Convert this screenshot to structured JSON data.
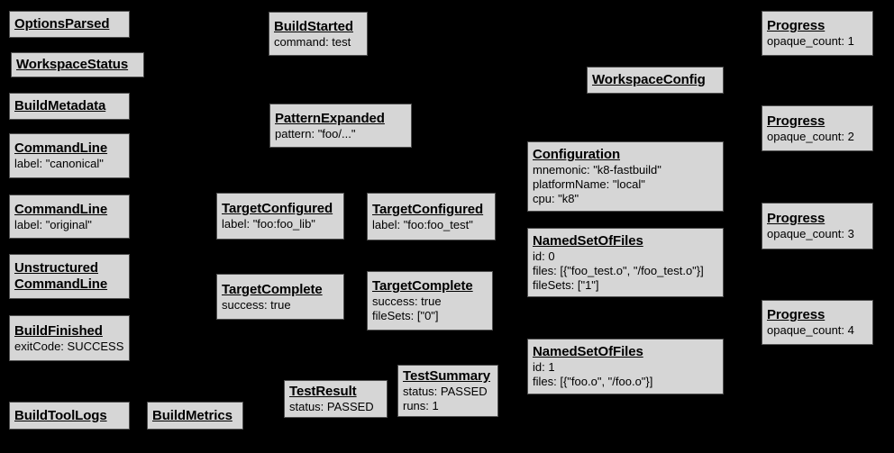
{
  "colors": {
    "background": "#000000",
    "node_fill": "#d6d6d6",
    "node_border": "#4f4f4f",
    "text": "#000000"
  },
  "nodes": {
    "options_parsed": {
      "title": "OptionsParsed",
      "lines": []
    },
    "workspace_status": {
      "title": "WorkspaceStatus",
      "lines": []
    },
    "build_metadata": {
      "title": "BuildMetadata",
      "lines": []
    },
    "command_line_canonical": {
      "title": "CommandLine",
      "lines": [
        "label: \"canonical\""
      ]
    },
    "command_line_original": {
      "title": "CommandLine",
      "lines": [
        "label: \"original\""
      ]
    },
    "unstructured_command_line": {
      "title": "Unstructured\nCommandLine",
      "lines": []
    },
    "build_finished": {
      "title": "BuildFinished",
      "lines": [
        "exitCode: SUCCESS"
      ]
    },
    "build_tool_logs": {
      "title": "BuildToolLogs",
      "lines": []
    },
    "build_metrics": {
      "title": "BuildMetrics",
      "lines": []
    },
    "build_started": {
      "title": "BuildStarted",
      "lines": [
        "command: test"
      ]
    },
    "pattern_expanded": {
      "title": "PatternExpanded",
      "lines": [
        "pattern: \"foo/...\""
      ]
    },
    "target_configured_lib": {
      "title": "TargetConfigured",
      "lines": [
        "label: \"foo:foo_lib\""
      ]
    },
    "target_configured_test": {
      "title": "TargetConfigured",
      "lines": [
        "label: \"foo:foo_test\""
      ]
    },
    "target_complete_lib": {
      "title": "TargetComplete",
      "lines": [
        "success: true"
      ]
    },
    "target_complete_test": {
      "title": "TargetComplete",
      "lines": [
        "success: true",
        "fileSets: [\"0\"]"
      ]
    },
    "test_result": {
      "title": "TestResult",
      "lines": [
        "status: PASSED"
      ]
    },
    "test_summary": {
      "title": "TestSummary",
      "lines": [
        "status: PASSED",
        "runs: 1"
      ]
    },
    "workspace_config": {
      "title": "WorkspaceConfig",
      "lines": []
    },
    "configuration": {
      "title": "Configuration",
      "lines": [
        "mnemonic: \"k8-fastbuild\"",
        "platformName: \"local\"",
        "cpu: \"k8\""
      ]
    },
    "named_set_0": {
      "title": "NamedSetOfFiles",
      "lines": [
        "id: 0",
        "files: [{\"foo_test.o\", \"/foo_test.o\"}]",
        "fileSets: [\"1\"]"
      ]
    },
    "named_set_1": {
      "title": "NamedSetOfFiles",
      "lines": [
        "id: 1",
        "files: [{\"foo.o\", \"/foo.o\"}]"
      ]
    },
    "progress_1": {
      "title": "Progress",
      "lines": [
        "opaque_count: 1"
      ]
    },
    "progress_2": {
      "title": "Progress",
      "lines": [
        "opaque_count: 2"
      ]
    },
    "progress_3": {
      "title": "Progress",
      "lines": [
        "opaque_count: 3"
      ]
    },
    "progress_4": {
      "title": "Progress",
      "lines": [
        "opaque_count: 4"
      ]
    }
  }
}
